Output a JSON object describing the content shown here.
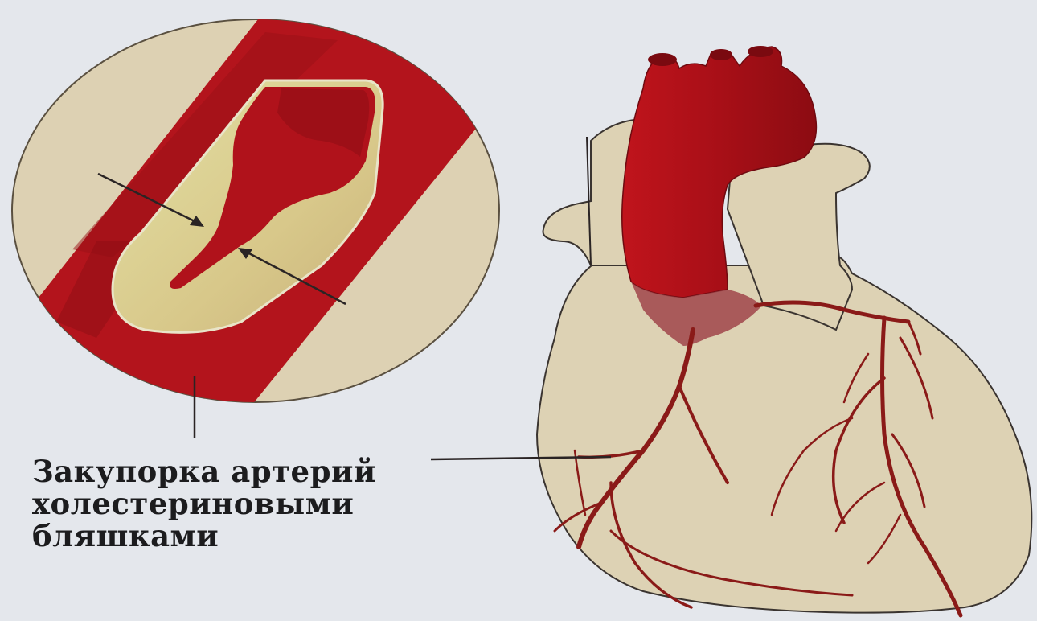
{
  "caption": {
    "lines": [
      "Закупорка артерий",
      "холестериновыми",
      "бляшками"
    ]
  },
  "colors": {
    "background": "#e4e7ec",
    "artery_red": "#b3141c",
    "artery_dark": "#8a0d14",
    "heart_tissue": "#ddd2b4",
    "plaque": "#d7cfa0",
    "outline": "#3a3430"
  }
}
